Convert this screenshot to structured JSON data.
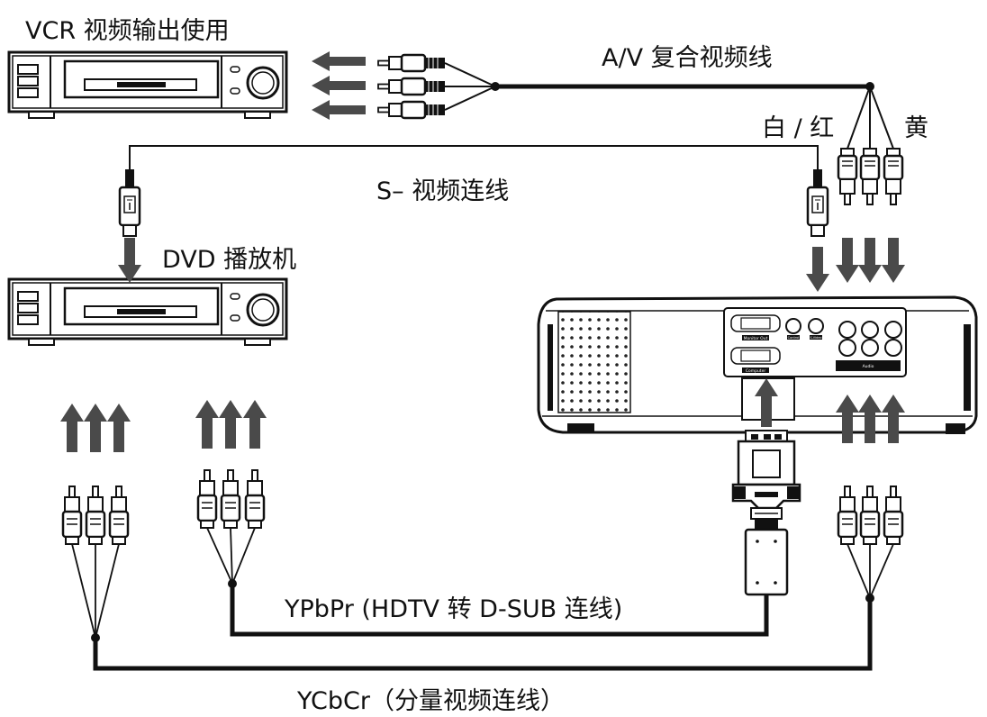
{
  "labels": {
    "vcr": "VCR 视频输出使用",
    "av_cable": "A/V  复合视频线",
    "white_red": "白 / 红",
    "yellow": "黄",
    "svideo_cable": "S– 视频连线",
    "dvd": "DVD  播放机",
    "ypbpr": "YPbPr (HDTV  转 D-SUB 连线)",
    "ycbcr": "YCbCr（分量视频连线）"
  },
  "projector_panel": {
    "monitor_out": "Monitor Out",
    "computer": "Computer",
    "control": "Control",
    "s_video": "S-Video",
    "audio": "Audio"
  },
  "colors": {
    "line": "#1a1a1a",
    "arrow": "#4a4a4a",
    "device_fill": "#ffffff"
  },
  "icons": [
    "vcr-device-icon",
    "dvd-device-icon",
    "projector-icon",
    "rca-plug-icon",
    "svideo-plug-icon",
    "dsub-connector-icon",
    "arrow-icon"
  ]
}
